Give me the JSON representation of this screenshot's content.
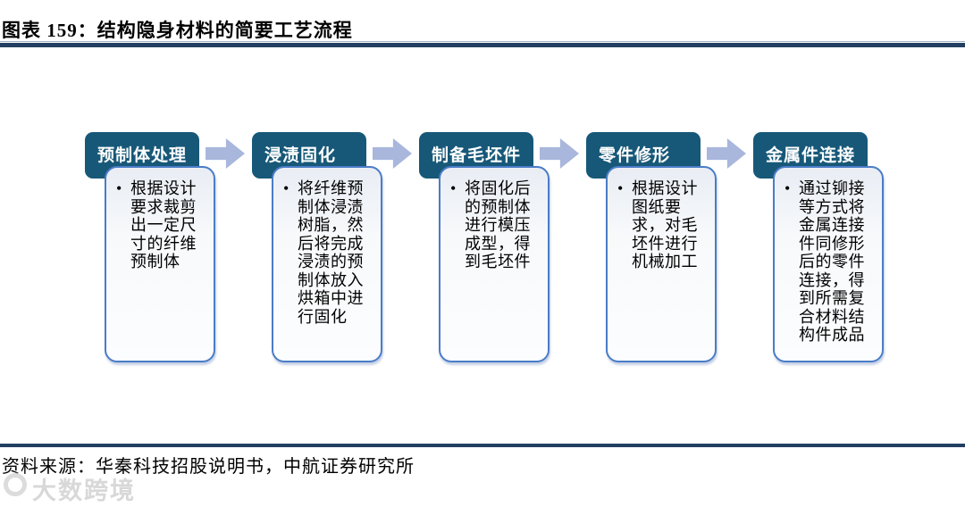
{
  "figure": {
    "label_title": "图表 159：结构隐身材料的简要工艺流程",
    "source": "资料来源：华秦科技招股说明书，中航证券研究所"
  },
  "flow": {
    "bullet_glyph": "•",
    "steps": [
      {
        "header": "预制体处理",
        "detail": "根据设计要求裁剪出一定尺寸的纤维预制体"
      },
      {
        "header": "浸渍固化",
        "detail": "将纤维预制体浸渍树脂，然后将完成浸渍的预制体放入烘箱中进行固化"
      },
      {
        "header": "制备毛坯件",
        "detail": "将固化后的预制体进行模压成型，得到毛坯件"
      },
      {
        "header": "零件修形",
        "detail": "根据设计图纸要求，对毛坯件进行机械加工"
      },
      {
        "header": "金属件连接",
        "detail": "通过铆接等方式将金属连接件同修形后的零件连接，得到所需复合材料结构件成品"
      }
    ]
  },
  "watermark": {
    "text": "大数跨境"
  },
  "colors": {
    "header_bg": "#175878",
    "content_border": "#4a7cc7",
    "arrow": "#a9b7dd",
    "rule_navy": "#223f61",
    "rule_light": "#9db0c6"
  }
}
